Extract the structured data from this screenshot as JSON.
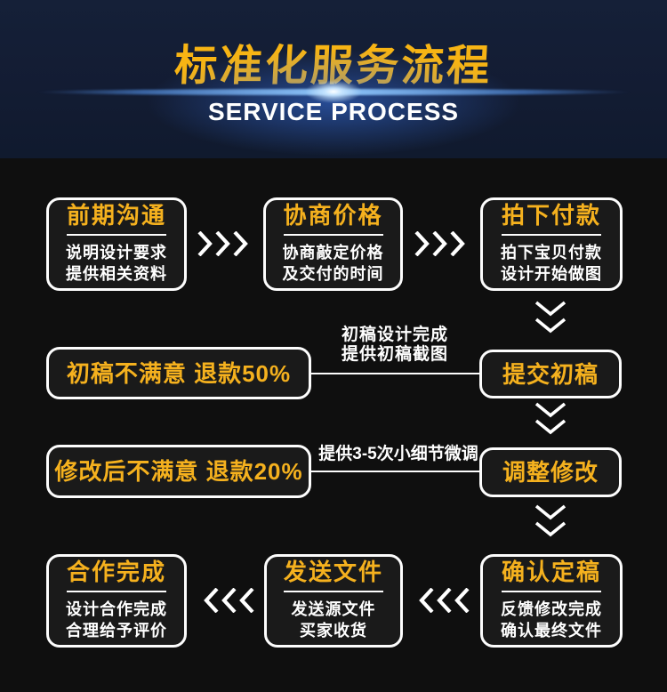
{
  "header": {
    "title": "标准化服务流程",
    "subtitle": "SERVICE PROCESS"
  },
  "colors": {
    "accent_gold": "#f5b11e",
    "header_navy": "#131c33",
    "box_border": "#fdfdfd",
    "page_bg": "#0f0f0f",
    "flare_blue": "#5aa0ff"
  },
  "icons": {
    "forward": "chevrons-right-icon",
    "backward": "chevrons-left-icon",
    "down": "chevrons-down-icon"
  },
  "flow": {
    "row1": [
      {
        "title": "前期沟通",
        "lines": [
          "说明设计要求",
          "提供相关资料"
        ]
      },
      {
        "title": "协商价格",
        "lines": [
          "协商敲定价格",
          "及交付的时间"
        ]
      },
      {
        "title": "拍下付款",
        "lines": [
          "拍下宝贝付款",
          "设计开始做图"
        ]
      }
    ],
    "row2": {
      "refund_text": "初稿不满意  退款50%",
      "note_lines": [
        "初稿设计完成",
        "提供初稿截图"
      ],
      "stage_text": "提交初稿"
    },
    "row3": {
      "refund_text": "修改后不满意  退款20%",
      "note_lines": [
        "提供3-5次小细节微调"
      ],
      "stage_text": "调整修改"
    },
    "row4": [
      {
        "title": "合作完成",
        "lines": [
          "设计合作完成",
          "合理给予评价"
        ]
      },
      {
        "title": "发送文件",
        "lines": [
          "发送源文件",
          "买家收货"
        ]
      },
      {
        "title": "确认定稿",
        "lines": [
          "反馈修改完成",
          "确认最终文件"
        ]
      }
    ]
  }
}
